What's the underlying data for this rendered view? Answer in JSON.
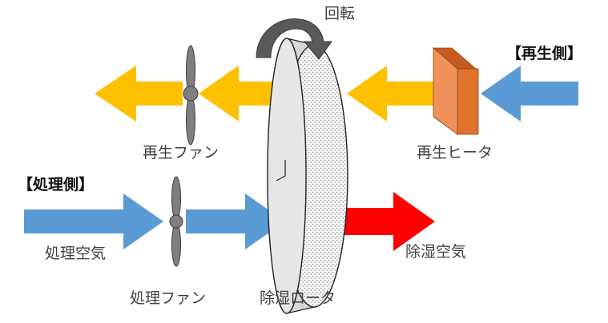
{
  "labels": {
    "rotation": "回転",
    "regen_side": "【再生側】",
    "process_side": "【処理側】",
    "regen_fan": "再生ファン",
    "regen_heater": "再生ヒータ",
    "process_air": "処理空気",
    "process_fan": "処理ファン",
    "rotor": "除湿ロータ",
    "dehumidified_air": "除湿空気"
  },
  "colors": {
    "regen_arrow": "#FFC000",
    "inlet_arrow": "#5B9BD5",
    "output_arrow": "#FF0000",
    "heater_front": "#F0915A",
    "heater_side": "#E0722E",
    "heater_top": "#C95A1F",
    "fan": "#7F7F7F",
    "rotation_arrow": "#595959"
  }
}
